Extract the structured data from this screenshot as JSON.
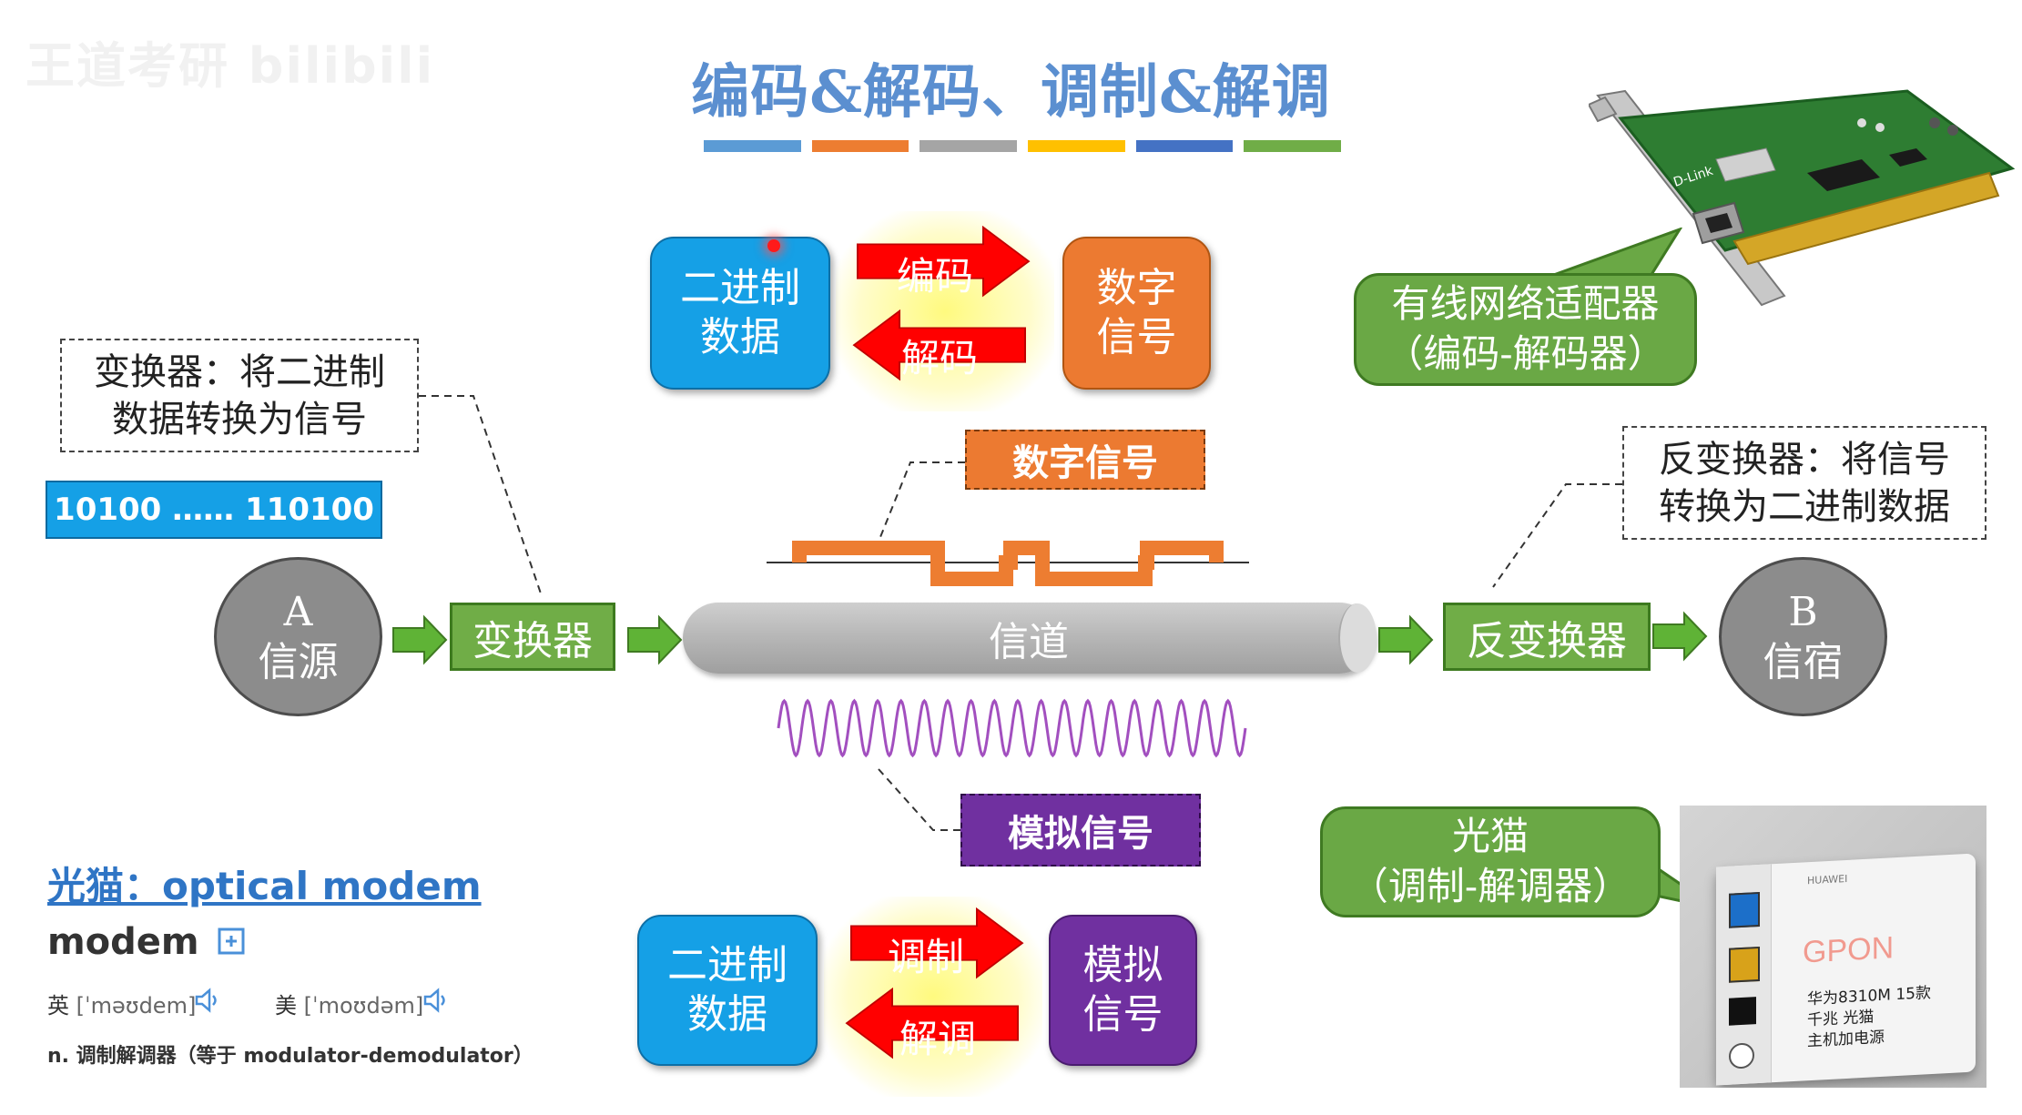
{
  "watermark": "王道考研 bilibili",
  "title": "编码&解码、调制&解调",
  "title_bar_colors": [
    "#5b9bd5",
    "#ed7d31",
    "#a5a5a5",
    "#ffc000",
    "#4472c4",
    "#70ad47"
  ],
  "colors": {
    "blue_box": "#15a0e6",
    "orange_box": "#ec7a31",
    "purple_box": "#7030a0",
    "green": "#70ad47",
    "red_arrow": "#ff0000",
    "channel": "#b3b3b3",
    "square_wave": "#ed7d31",
    "sine_wave": "#a24fbf"
  },
  "encode_group": {
    "binary_data": "二进制\n数据",
    "digital_signal": "数字\n信号",
    "encode_label": "编码",
    "decode_label": "解码"
  },
  "modulate_group": {
    "binary_data": "二进制\n数据",
    "analog_signal": "模拟\n信号",
    "modulate_label": "调制",
    "demodulate_label": "解调"
  },
  "converter_note": "变换器：将二进制\n数据转换为信号",
  "inverse_converter_note": "反变换器：将信号\n转换为二进制数据",
  "bit_string": "10100 …… 110100",
  "source": {
    "letter": "A",
    "label": "信源"
  },
  "sink": {
    "letter": "B",
    "label": "信宿"
  },
  "converter": "变换器",
  "inverse_converter": "反变换器",
  "channel": "信道",
  "digital_signal_tag": "数字信号",
  "analog_signal_tag": "模拟信号",
  "nic_callout": "有线网络适配器\n（编码-解码器）",
  "modem_callout": "光猫\n（调制-解调器）",
  "nic_card": {
    "brand": "D-Link"
  },
  "modem_photo": {
    "brand": "HUAWEI",
    "text": "GPON",
    "caption": "华为8310M 15款\n千兆 光猫\n主机加电源"
  },
  "dictionary": {
    "heading": "光猫：optical modem",
    "word": "modem",
    "uk_label": "英",
    "uk_phonetic": "[ˈməʊdem]",
    "us_label": "美",
    "us_phonetic": "[ˈmoʊdəm]",
    "definition": "n. 调制解调器（等于 modulator-demodulator）"
  }
}
